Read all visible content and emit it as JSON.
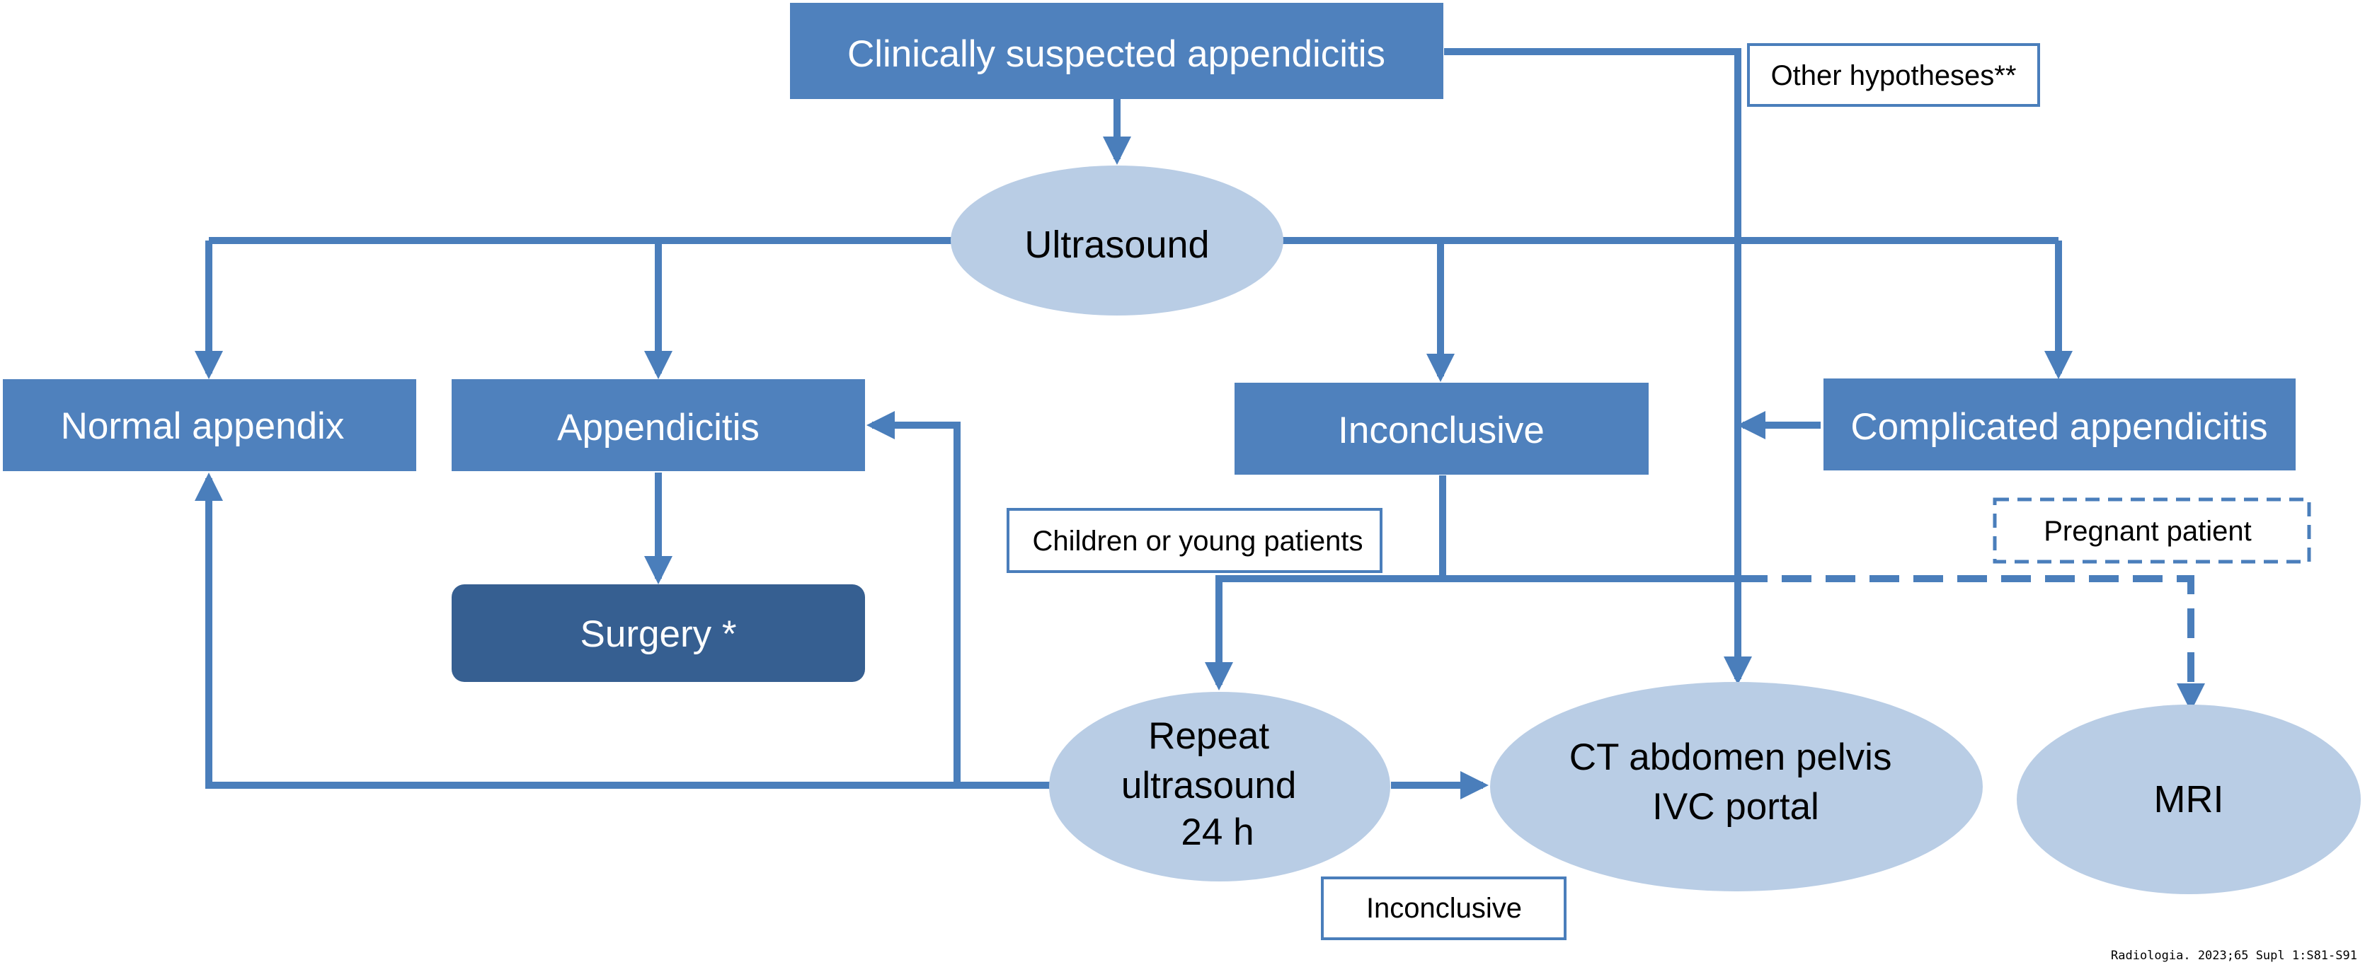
{
  "colors": {
    "box_fill": "#4F81BD",
    "dark_box_fill": "#365F91",
    "ellipse_fill": "#B9CDE5",
    "connector": "#4A7EBB",
    "white_text": "#FFFFFF",
    "black_text": "#000000"
  },
  "nodes": {
    "start": "Clinically suspected appendicitis",
    "ultrasound": "Ultrasound",
    "normal": "Normal appendix",
    "appendicitis": "Appendicitis",
    "inconclusive": "Inconclusive",
    "complicated": "Complicated appendicitis",
    "surgery": "Surgery *",
    "repeat_us": [
      "Repeat",
      "ultrasound",
      "24 h"
    ],
    "ct": [
      "CT abdomen pelvis",
      "IVC portal"
    ],
    "mri": "MRI"
  },
  "labels": {
    "other_hypotheses": "Other hypotheses**",
    "children": "Children or young patients",
    "pregnant": "Pregnant patient",
    "inconclusive_repeat": "Inconclusive"
  },
  "citation": "Radiologia. 2023;65 Supl 1:S81-S91"
}
